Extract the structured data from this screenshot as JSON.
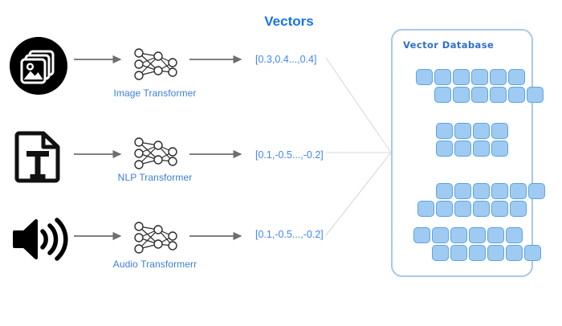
{
  "diagram": {
    "title": "Vectors",
    "pipelines": [
      {
        "id": "image",
        "source_icon": "image-stack-icon",
        "model_icon": "neural-network-icon",
        "model_label": "Image Transformer",
        "vector": "[0.3,0.4...,0.4]"
      },
      {
        "id": "nlp",
        "source_icon": "text-document-icon",
        "model_icon": "neural-network-icon",
        "model_label": "NLP Transformer",
        "vector": "[0.1,-0.5...,-0.2]"
      },
      {
        "id": "audio",
        "source_icon": "audio-speaker-icon",
        "model_icon": "neural-network-icon",
        "model_label": "Audio Transformerr",
        "vector": "[0.1,-0.5...,-0.2]"
      }
    ],
    "database": {
      "label": "Vector Database",
      "clusters": [
        {
          "id": "cluster-1",
          "rows": [
            {
              "offset": 0,
              "count": 6
            },
            {
              "offset": 23,
              "count": 6
            }
          ]
        },
        {
          "id": "cluster-2",
          "rows": [
            {
              "offset": 0,
              "count": 4
            },
            {
              "offset": 0,
              "count": 4
            }
          ]
        },
        {
          "id": "cluster-3",
          "rows": [
            {
              "offset": 23,
              "count": 6
            },
            {
              "offset": 0,
              "count": 6
            }
          ]
        },
        {
          "id": "cluster-4",
          "rows": [
            {
              "offset": 0,
              "count": 6
            },
            {
              "offset": 23,
              "count": 6
            }
          ]
        }
      ]
    },
    "colors": {
      "accent_blue": "#1a73e8",
      "label_blue": "#3b7ddd",
      "cell_fill": "#9fcbf2",
      "cell_border": "#5ba3e0",
      "panel_border": "#a8c8ea",
      "arrow_gray": "#6e6e6e",
      "connector_gray": "#d9d9d9",
      "icon_black": "#000000"
    }
  }
}
